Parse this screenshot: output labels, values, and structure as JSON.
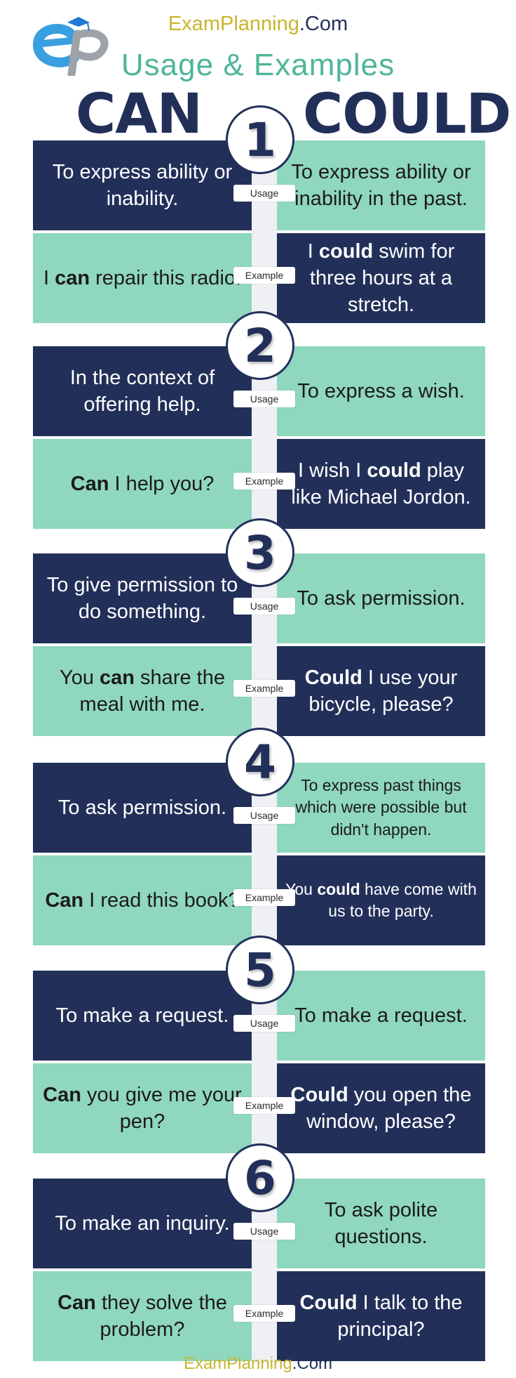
{
  "site": {
    "name_accent": "ExamPlanning",
    "name_suffix": ".Com"
  },
  "subtitle": "Usage & Examples",
  "columns": {
    "left": "CAN",
    "right": "COULD"
  },
  "labels": {
    "usage": "Usage",
    "example": "Example"
  },
  "colors": {
    "navy": "#223059",
    "mint": "#8fd7bf",
    "accent": "#c8b52d",
    "teal": "#4fb59a"
  },
  "sections": [
    {
      "number": "1",
      "can_usage": [
        {
          "t": "To express ability or inability."
        }
      ],
      "could_usage": [
        {
          "t": "To express ability or inability in the past."
        }
      ],
      "can_example": [
        {
          "t": "I "
        },
        {
          "t": "can",
          "b": true
        },
        {
          "t": " repair this radio."
        }
      ],
      "could_example": [
        {
          "t": "I "
        },
        {
          "t": "could",
          "b": true
        },
        {
          "t": " swim for three hours at a stretch."
        }
      ]
    },
    {
      "number": "2",
      "can_usage": [
        {
          "t": "In the context of offering help."
        }
      ],
      "could_usage": [
        {
          "t": "To express a wish."
        }
      ],
      "can_example": [
        {
          "t": "Can",
          "b": true
        },
        {
          "t": " I help you?"
        }
      ],
      "could_example": [
        {
          "t": "I wish I "
        },
        {
          "t": "could",
          "b": true
        },
        {
          "t": " play like Michael Jordon."
        }
      ]
    },
    {
      "number": "3",
      "can_usage": [
        {
          "t": "To give permission to do something."
        }
      ],
      "could_usage": [
        {
          "t": "To ask permission."
        }
      ],
      "can_example": [
        {
          "t": "You "
        },
        {
          "t": "can",
          "b": true
        },
        {
          "t": " share the meal with me."
        }
      ],
      "could_example": [
        {
          "t": "Could",
          "b": true
        },
        {
          "t": " I use your bicycle, please?"
        }
      ]
    },
    {
      "number": "4",
      "can_usage": [
        {
          "t": "To ask permission."
        }
      ],
      "could_usage": [
        {
          "t": "To express past things which were possible but didn't happen."
        }
      ],
      "can_example": [
        {
          "t": "Can",
          "b": true
        },
        {
          "t": " I read this book?"
        }
      ],
      "could_example": [
        {
          "t": "You "
        },
        {
          "t": "could",
          "b": true
        },
        {
          "t": " have come with us to the party."
        }
      ]
    },
    {
      "number": "5",
      "can_usage": [
        {
          "t": "To make a request."
        }
      ],
      "could_usage": [
        {
          "t": "To make a request."
        }
      ],
      "can_example": [
        {
          "t": "Can",
          "b": true
        },
        {
          "t": " you give me your pen?"
        }
      ],
      "could_example": [
        {
          "t": "Could",
          "b": true
        },
        {
          "t": " you open the window, please?"
        }
      ]
    },
    {
      "number": "6",
      "can_usage": [
        {
          "t": "To make an inquiry."
        }
      ],
      "could_usage": [
        {
          "t": "To ask polite questions."
        }
      ],
      "can_example": [
        {
          "t": "Can",
          "b": true
        },
        {
          "t": " they solve the problem?"
        }
      ],
      "could_example": [
        {
          "t": "Could",
          "b": true
        },
        {
          "t": " I talk to the principal?"
        }
      ]
    }
  ]
}
